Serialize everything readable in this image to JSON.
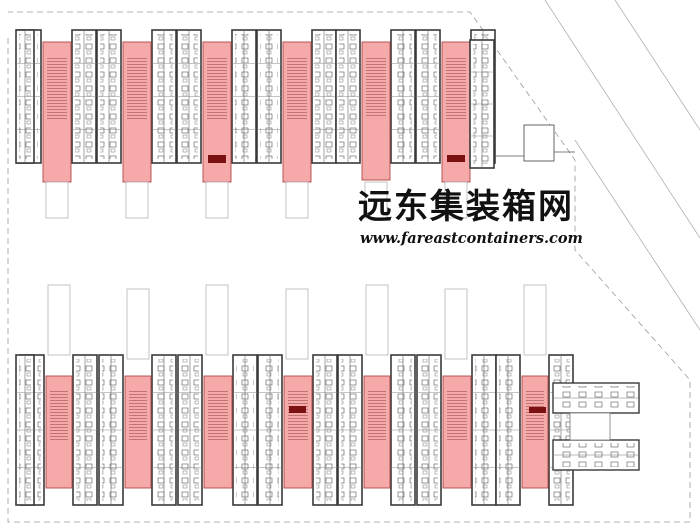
{
  "colors": {
    "stair_fill": "#f5a9a9",
    "stair_stroke": "#b04a4a",
    "wall": "#3a3a3a",
    "dark_block": "#7a1010",
    "site_boundary": "#9a9a9a",
    "background": "#ffffff"
  },
  "watermark": {
    "brand_cn": "远东集装箱网",
    "url": "www.fareastcontainers.com"
  },
  "plan": {
    "top_row": {
      "unit_pairs": 6,
      "stair_cores": 6,
      "dark_blocks": 2
    },
    "bottom_row": {
      "unit_pairs": 7,
      "stair_cores": 7,
      "dark_blocks": 2,
      "horizontal_containers": 2
    },
    "connector_box": 1
  }
}
